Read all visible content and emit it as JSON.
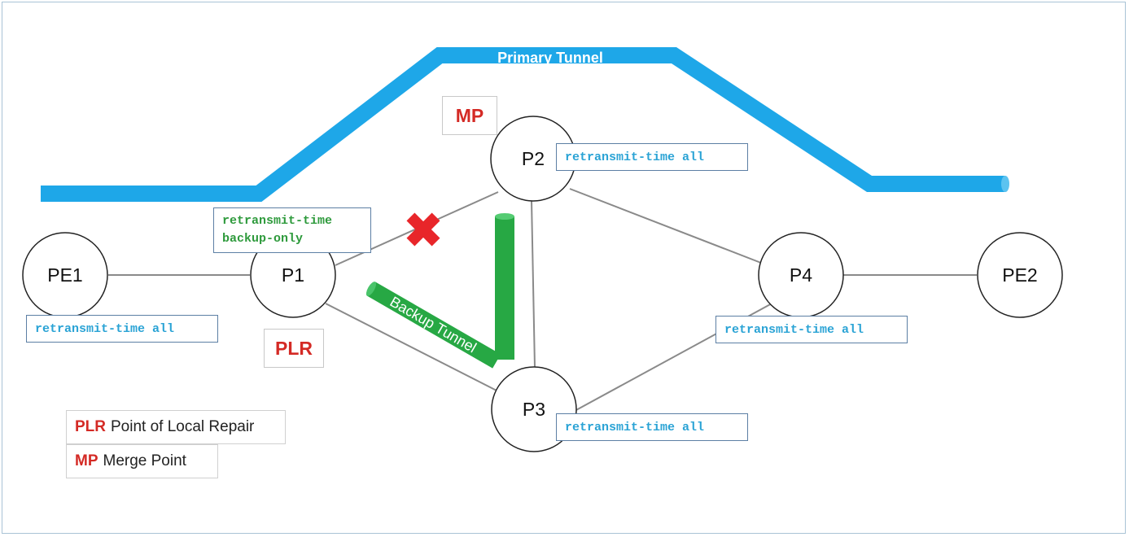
{
  "nodes": [
    {
      "id": "pe1",
      "label": "PE1"
    },
    {
      "id": "p1",
      "label": "P1"
    },
    {
      "id": "p2",
      "label": "P2"
    },
    {
      "id": "p3",
      "label": "P3"
    },
    {
      "id": "p4",
      "label": "P4"
    },
    {
      "id": "pe2",
      "label": "PE2"
    }
  ],
  "tunnels": {
    "primary": {
      "label": "Primary Tunnel",
      "color": "#1ea7e8"
    },
    "backup": {
      "label": "Backup Tunnel",
      "color": "#27a844"
    }
  },
  "roles": {
    "mp": "MP",
    "plr": "PLR"
  },
  "config": {
    "pe1": "retransmit-time all",
    "p1": [
      "retransmit-time",
      "backup-only"
    ],
    "p2": "retransmit-time all",
    "p3": "retransmit-time all",
    "p4": "retransmit-time all"
  },
  "legend": [
    {
      "key": "PLR",
      "desc": "Point of Local Repair"
    },
    {
      "key": "MP",
      "desc": "Merge Point"
    }
  ],
  "colors": {
    "failure_mark": "#e8262a",
    "role_text": "#d42a25",
    "config_blue": "#2aa3d5",
    "config_green": "#2e9a3c"
  }
}
